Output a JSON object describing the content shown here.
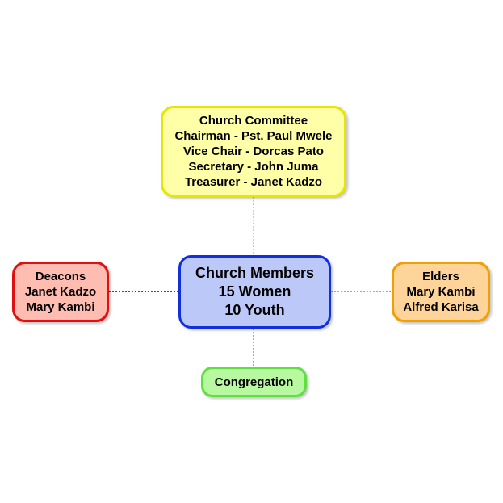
{
  "diagram": {
    "committee": {
      "lines": [
        "Church Committee",
        "Chairman - Pst. Paul Mwele",
        "Vice Chair - Dorcas Pato",
        "Secretary - John Juma",
        "Treasurer - Janet Kadzo"
      ]
    },
    "members": {
      "lines": [
        "Church Members",
        "15 Women",
        "10 Youth"
      ]
    },
    "deacons": {
      "lines": [
        "Deacons",
        "Janet Kadzo",
        "Mary Kambi"
      ]
    },
    "elders": {
      "lines": [
        "Elders",
        "Mary Kambi",
        "Alfred Karisa"
      ]
    },
    "congregation": {
      "lines": [
        "Congregation"
      ]
    }
  },
  "colors": {
    "committee_border": "#e6e600",
    "members_border": "#1030e0",
    "deacons_border": "#e01010",
    "elders_border": "#f0a000",
    "congregation_border": "#60e040"
  }
}
